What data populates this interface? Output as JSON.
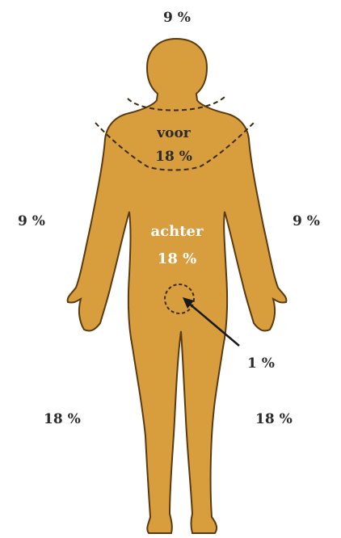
{
  "colors": {
    "skin": "#d89d3d",
    "outline": "#5a3a10",
    "text": "#2a2a2a",
    "text_on_body": "#ffffff"
  },
  "labels": {
    "head": "9 %",
    "front_word": "voor",
    "front_pct": "18 %",
    "back_word": "achter",
    "back_pct": "18 %",
    "left_arm": "9 %",
    "right_arm": "9 %",
    "genital": "1 %",
    "left_leg": "18 %",
    "right_leg": "18 %"
  }
}
